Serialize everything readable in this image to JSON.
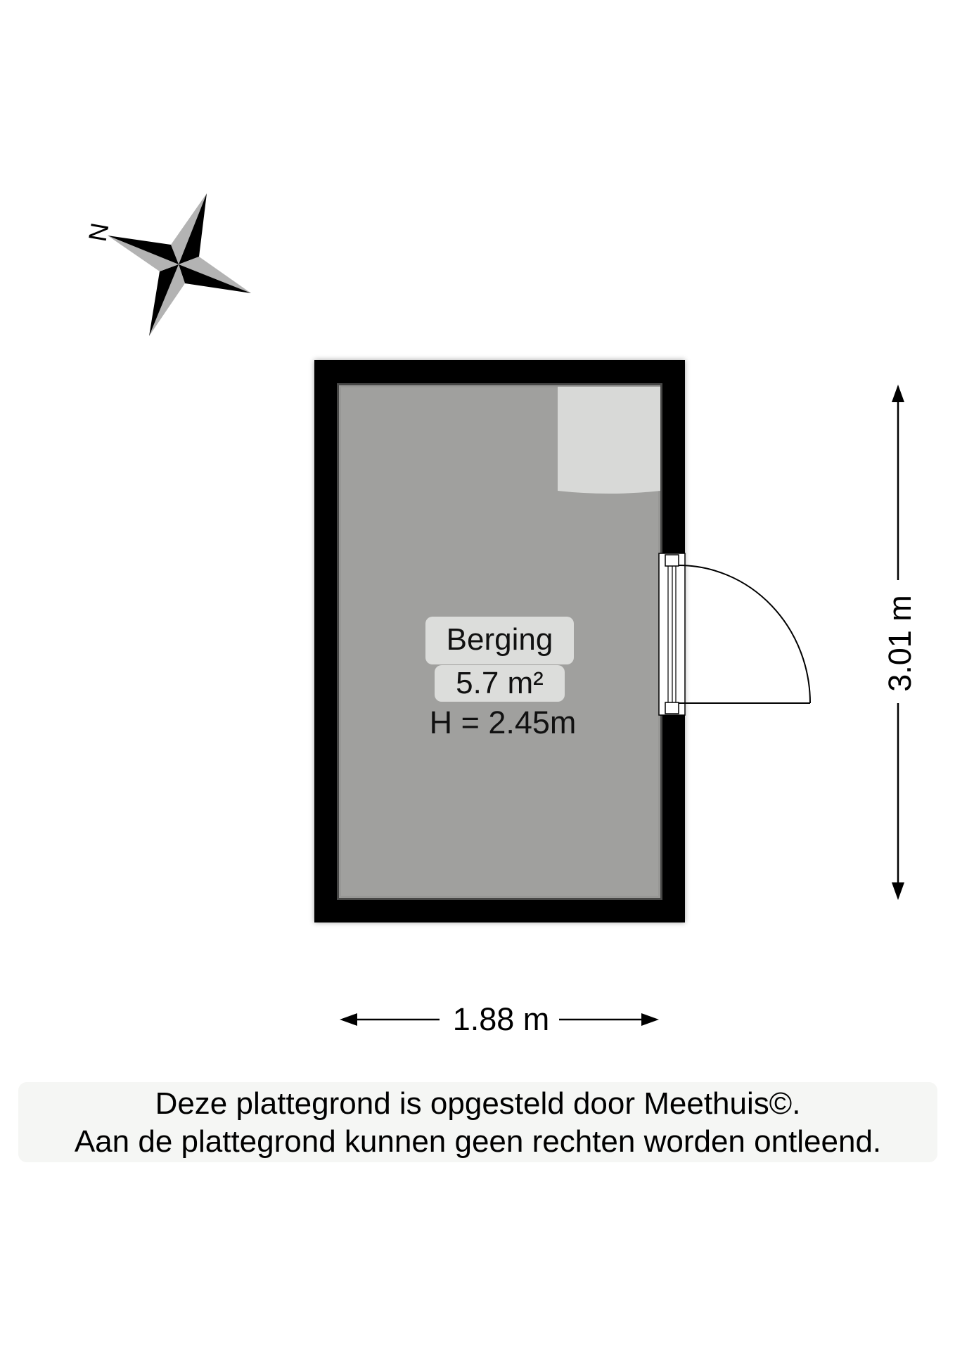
{
  "compass": {
    "north_label": "N",
    "icon": "compass-rose-icon"
  },
  "room": {
    "name": "Berging",
    "area": "5.7 m²",
    "height": "H = 2.45m"
  },
  "dimensions": {
    "width": "1.88 m",
    "length": "3.01 m"
  },
  "disclaimer": {
    "line1": "Deze plattegrond is opgesteld door Meethuis©.",
    "line2": "Aan de plattegrond kunnen geen rechten worden ontleend."
  },
  "colors": {
    "wall": "#000000",
    "floor": "#a0a09e",
    "fixture": "#d8d9d7",
    "label_bg": "#dcdddb",
    "disclaimer_bg": "#f5f6f4"
  }
}
